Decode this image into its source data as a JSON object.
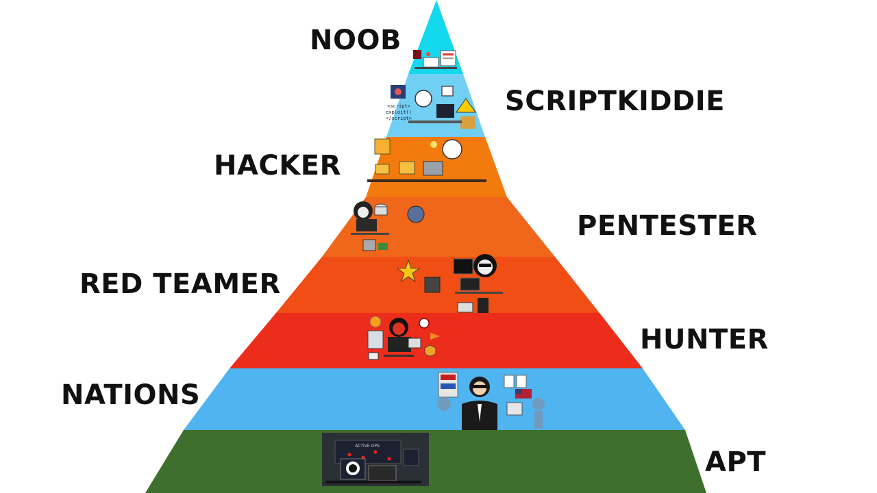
{
  "tiers": [
    {
      "label": "NOOB",
      "color": "#14d8ee",
      "side": "left"
    },
    {
      "label": "SCRIPTKIDDIE",
      "color": "#71cff3",
      "side": "right"
    },
    {
      "label": "HACKER",
      "color": "#f37a0c",
      "side": "left"
    },
    {
      "label": "PENTESTER",
      "color": "#f0661a",
      "side": "right"
    },
    {
      "label": "RED TEAMER",
      "color": "#f04e14",
      "side": "left"
    },
    {
      "label": "HUNTER",
      "color": "#ec2d1c",
      "side": "right"
    },
    {
      "label": "NATIONS",
      "color": "#4fb4f0",
      "side": "left"
    },
    {
      "label": "APT",
      "color": "#3f6f2c",
      "side": "right"
    }
  ],
  "icons": {
    "noob": "beginner-desk-icon",
    "scriptkiddie": "script-kiddie-desk-icon",
    "hacker": "hacker-desk-icon",
    "pentester": "hooded-pentester-icon",
    "red_teamer": "sunglasses-red-teamer-icon",
    "hunter": "bounty-hunter-icon",
    "nations": "government-agent-icon",
    "apt": "active-ops-center-icon"
  },
  "apt_screen_title": "ACTIVE OPS"
}
